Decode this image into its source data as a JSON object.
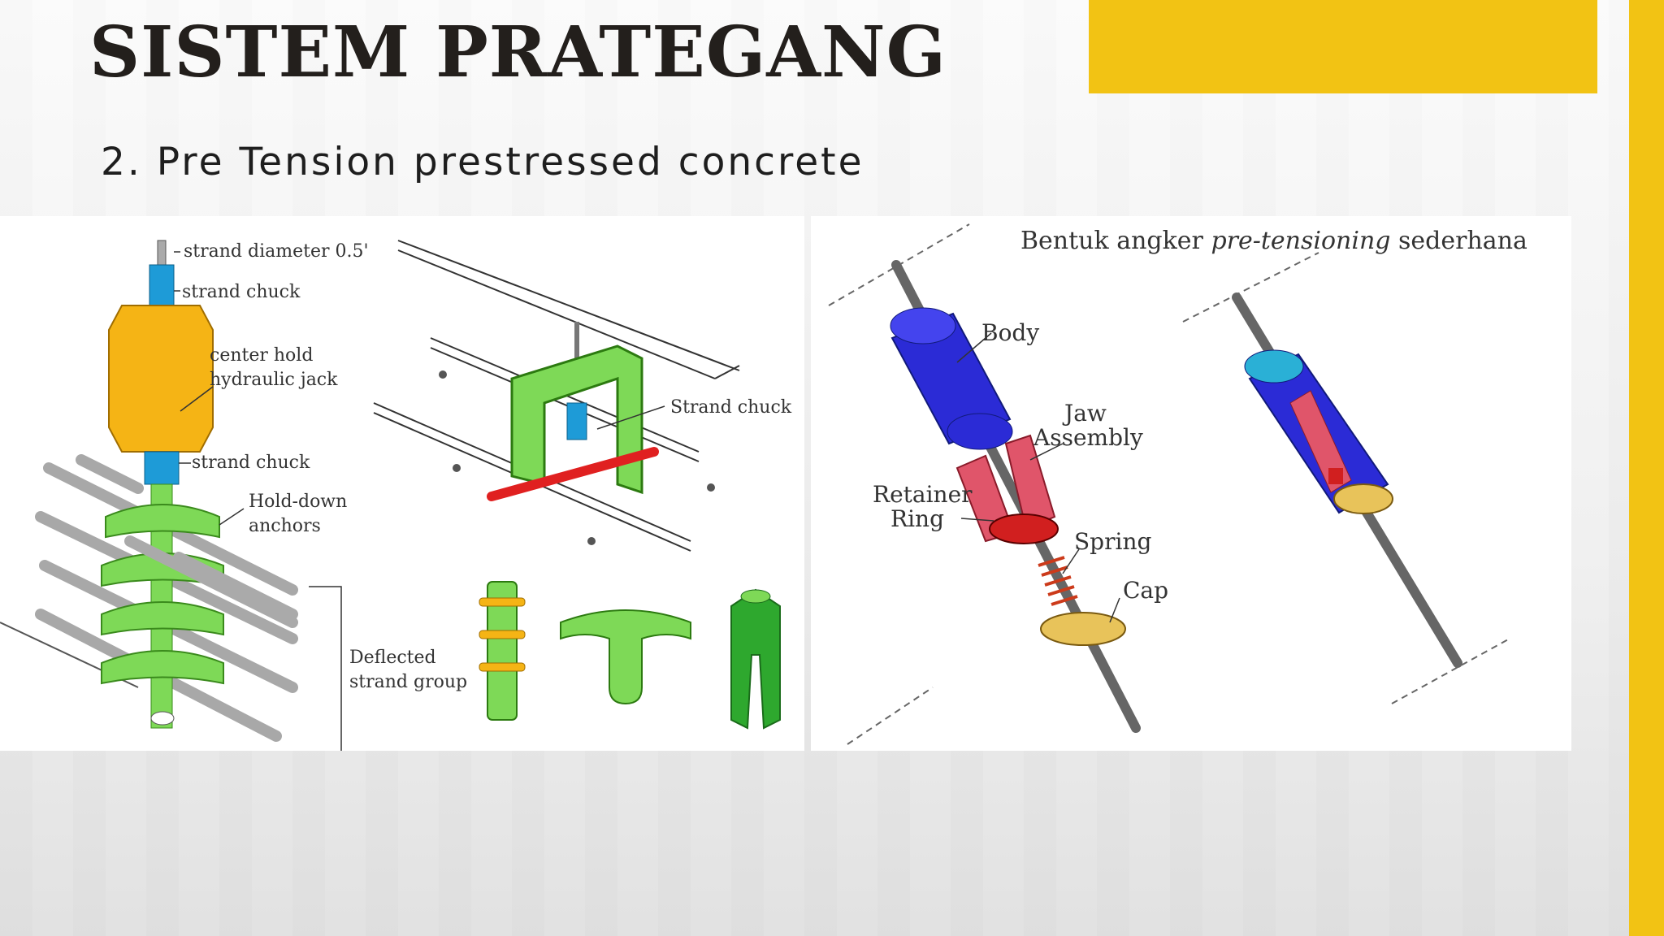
{
  "slide": {
    "title": "SISTEM PRATEGANG",
    "subtitle": "2. Pre Tension prestressed concrete"
  },
  "left_figure": {
    "labels": {
      "strand_diameter": "strand diameter 0.5'",
      "strand_chuck_top": "strand chuck",
      "jack_line1": "center hold",
      "jack_line2": "hydraulic jack",
      "strand_chuck_bottom": "strand chuck",
      "hold_down_line1": "Hold-down",
      "hold_down_line2": "anchors",
      "deflected_line1": "Deflected",
      "deflected_line2": "strand group",
      "strand_chuck_middle": "Strand chuck"
    }
  },
  "right_figure": {
    "caption_prefix": "Bentuk angker ",
    "caption_italic": "pre-tensioning",
    "caption_suffix": " sederhana",
    "labels": {
      "body": "Body",
      "jaw_line1": "Jaw",
      "jaw_line2": "Assembly",
      "retainer_line1": "Retainer",
      "retainer_line2": "Ring",
      "spring": "Spring",
      "cap": "Cap"
    }
  },
  "colors": {
    "accent": "#f2c314",
    "title": "#231f1c",
    "jack_yellow": "#f5b415",
    "chuck_blue": "#1e9bd7",
    "anchor_green": "#7ed957",
    "body_blue": "#2b2bd6",
    "jaw_red": "#e0556a"
  }
}
